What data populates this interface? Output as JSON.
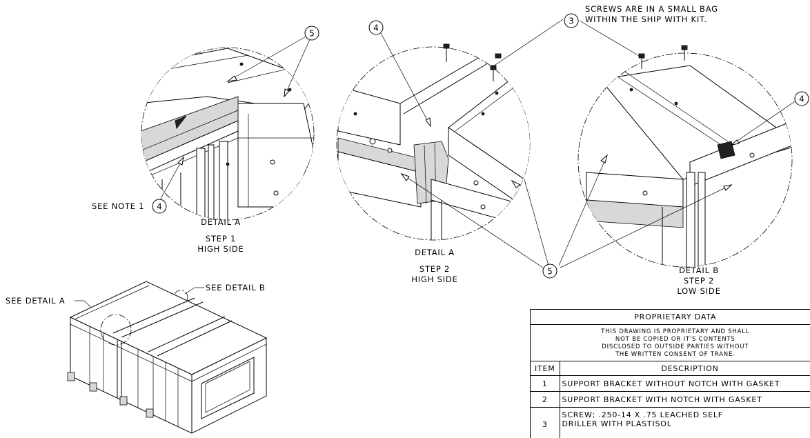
{
  "labels": {
    "screws_note_line1": "SCREWS ARE IN A SMALL BAG",
    "screws_note_line2": "WITHIN THE SHIP WITH KIT.",
    "see_note_1": "SEE NOTE 1",
    "detail_a_step1_title": "DETAIL A",
    "detail_a_step1_step": "STEP 1",
    "detail_a_step1_side": "HIGH SIDE",
    "detail_a_step2_title": "DETAIL A",
    "detail_a_step2_step": "STEP 2",
    "detail_a_step2_side": "HIGH SIDE",
    "detail_b_title": "DETAIL B",
    "detail_b_step": "STEP 2",
    "detail_b_side": "LOW SIDE",
    "see_detail_a": "SEE DETAIL A",
    "see_detail_b": "SEE DETAIL B"
  },
  "callouts": {
    "five_top": "5",
    "four_left": "4",
    "four_mid": "4",
    "three": "3",
    "four_right": "4",
    "five_bottom": "5"
  },
  "proprietary": {
    "title": "PROPRIETARY DATA",
    "notice_line1": "THIS DRAWING IS PROPRIETARY AND SHALL",
    "notice_line2": "NOT BE COPIED OR IT'S CONTENTS",
    "notice_line3": "DISCLOSED TO OUTSIDE PARTIES WITHOUT",
    "notice_line4": "THE WRITTEN CONSENT OF TRANE."
  },
  "items_table": {
    "col_item": "ITEM",
    "col_description": "DESCRIPTION",
    "rows": [
      {
        "item": "1",
        "description": "SUPPORT BRACKET WITHOUT NOTCH WITH GASKET"
      },
      {
        "item": "2",
        "description": "SUPPORT BRACKET WITH NOTCH WITH GASKET"
      },
      {
        "item": "3",
        "description": "SCREW; .250-14 X .75 LEACHED SELF",
        "description_line2": "DRILLER WITH PLASTISOL"
      }
    ]
  }
}
